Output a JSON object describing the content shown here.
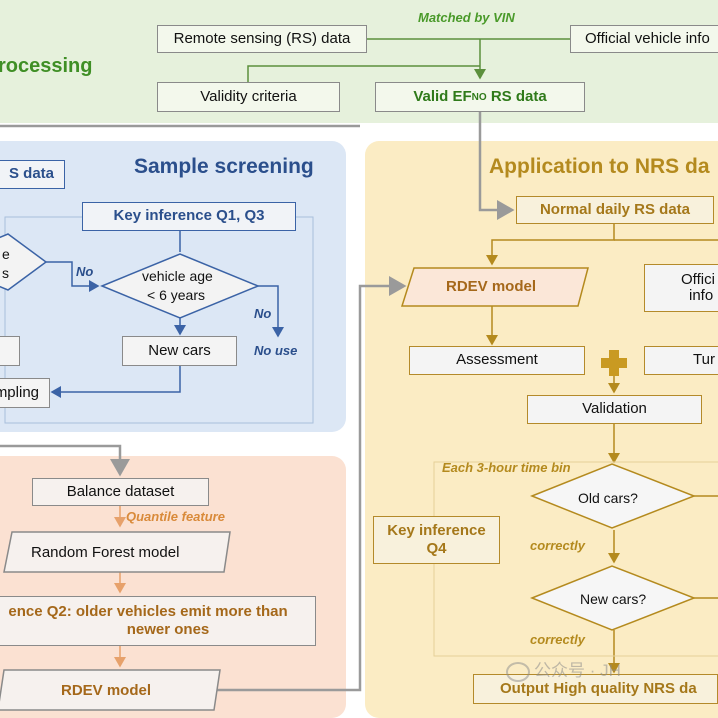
{
  "colors": {
    "green_panel": "#e6f1dc",
    "blue_panel": "#dce7f5",
    "gold_panel": "#fbecc4",
    "peach_panel": "#fbe1d2",
    "green_text": "#3f8f25",
    "blue_text": "#2b4f8c",
    "gold_text": "#b48a1e",
    "orange_text": "#d98a3a"
  },
  "top": {
    "title_partial": "rocessing",
    "matched_label": "Matched by VIN",
    "rs_data": "Remote sensing (RS) data",
    "official_info": "Official vehicle info",
    "validity": "Validity criteria",
    "valid_ef_prefix": "Valid EF",
    "valid_ef_sub": "NO",
    "valid_ef_suffix": " RS data"
  },
  "screening": {
    "title": "Sample screening",
    "rs_data_partial": "S data",
    "key_inference": "Key inference Q1, Q3",
    "left_diamond_line1": "e",
    "left_diamond_line2": "s",
    "no_label_1": "No",
    "age_diamond_line1": "vehicle age",
    "age_diamond_line2": "< 6 years",
    "no_label_2": "No",
    "no_use": "No use",
    "new_cars": "New cars",
    "sampling": "mpling"
  },
  "forest": {
    "balance": "Balance dataset",
    "quantile": "Quantile feature",
    "rf_model": "Random Forest model",
    "inference_line1": "ence Q2:  older vehicles emit more than",
    "inference_line2": "newer ones",
    "rdev": "RDEV model"
  },
  "application": {
    "title": "Application to NRS da",
    "normal_daily": "Normal daily RS data",
    "rdev_model": "RDEV model",
    "official_line1": "Offici",
    "official_line2": "info",
    "assessment": "Assessment",
    "tur": "Tur",
    "validation": "Validation",
    "time_bin": "Each 3-hour time bin",
    "old_cars": "Old cars?",
    "key_inference_line1": "Key inference",
    "key_inference_line2": "Q4",
    "correctly_1": "correctly",
    "new_cars": "New cars?",
    "correctly_2": "correctly",
    "output": "Output High quality NRS da"
  },
  "watermark": {
    "text": "公众号 · JH"
  }
}
